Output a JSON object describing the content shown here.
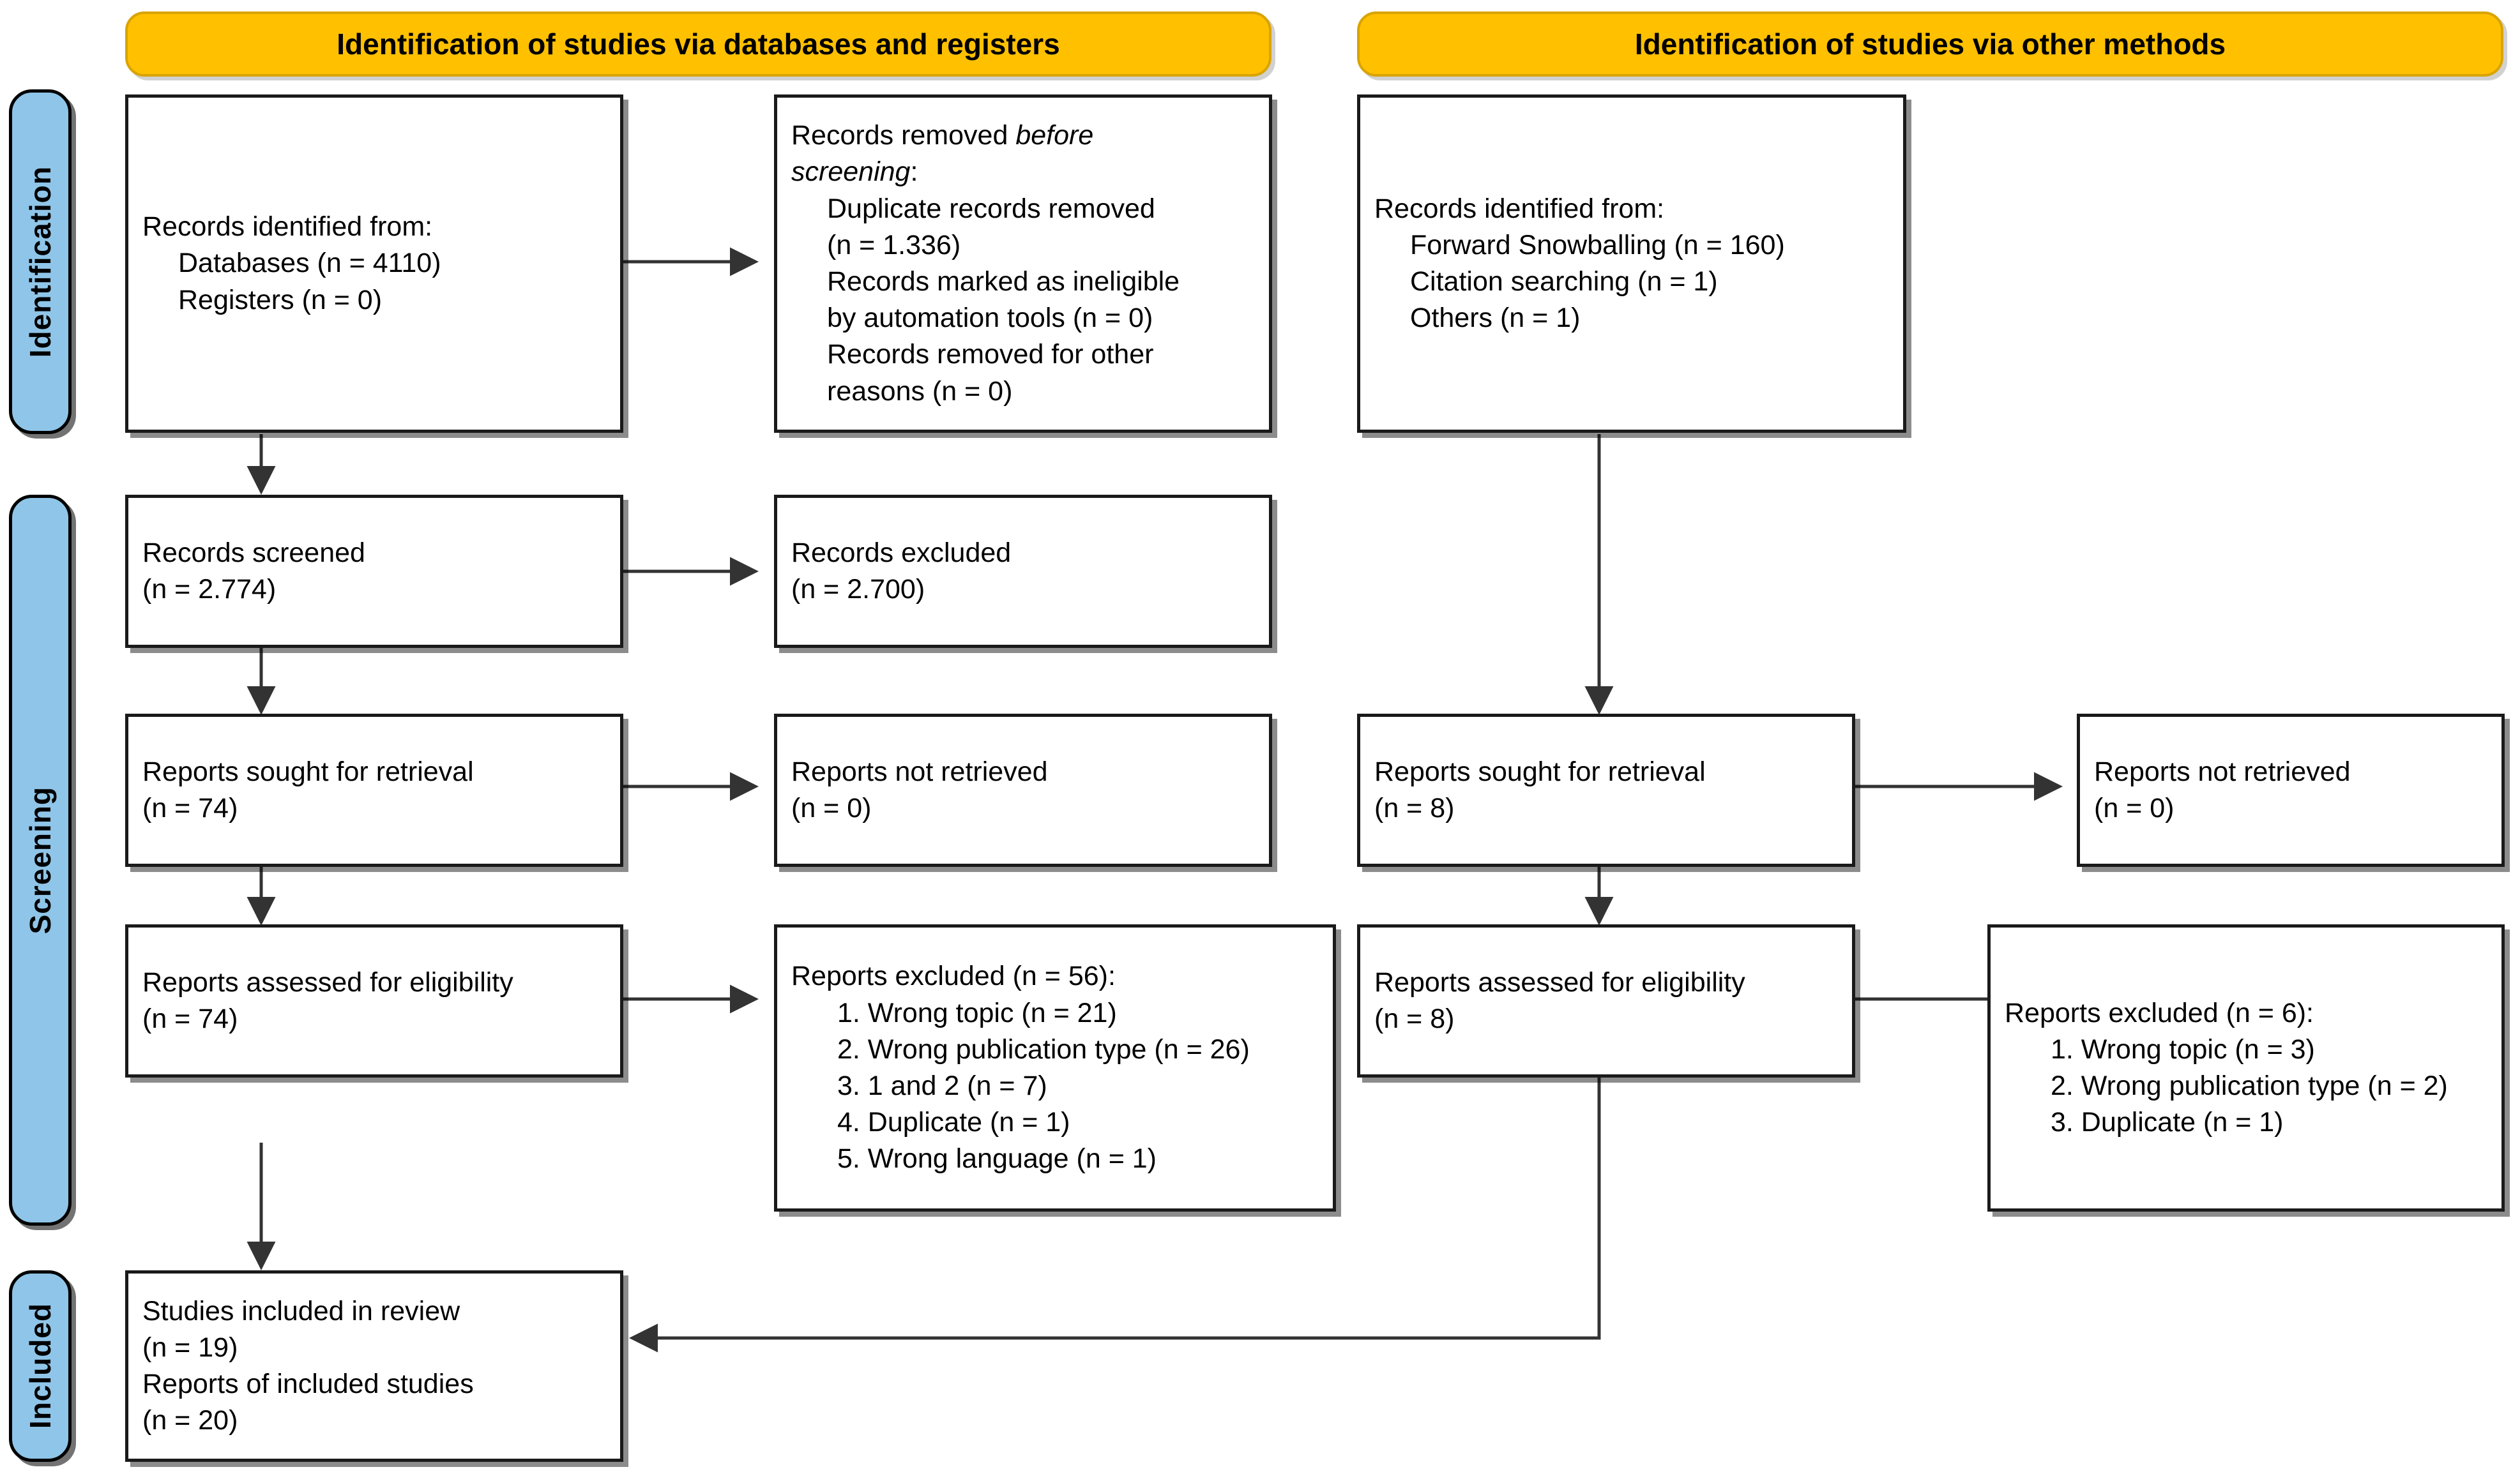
{
  "colors": {
    "banner_fill": "#FFC000",
    "stage_fill": "#8FC5E8",
    "box_border": "#1a1a1a",
    "page_background": "#FFFFFF"
  },
  "stage_labels": [
    {
      "id": "identification",
      "text": "Identification"
    },
    {
      "id": "screening",
      "text": "Screening"
    },
    {
      "id": "included",
      "text": "Included"
    }
  ],
  "banners": [
    {
      "id": "databases-registers",
      "text": "Identification of studies via databases and registers"
    },
    {
      "id": "other-methods",
      "text": "Identification of studies via other methods"
    }
  ],
  "boxes": {
    "records_identified_db": {
      "lines": [
        {
          "text": "Records identified from:",
          "indent": 0
        },
        {
          "text": "Databases (n = 4110)",
          "indent": 1
        },
        {
          "text": "Registers (n = 0)",
          "indent": 1
        }
      ]
    },
    "records_removed": {
      "lines": [
        {
          "text": "Records removed before",
          "indent": 0,
          "italic_tail": "before"
        },
        {
          "text": "screening:",
          "indent": 0,
          "italic": true
        },
        {
          "text": "Duplicate records removed",
          "indent": 1
        },
        {
          "text": "(n = 1.336)",
          "indent": 1
        },
        {
          "text": "Records marked as ineligible",
          "indent": 1
        },
        {
          "text": "by automation tools (n = 0)",
          "indent": 1
        },
        {
          "text": "Records removed for other",
          "indent": 1
        },
        {
          "text": "reasons (n = 0)",
          "indent": 1
        }
      ]
    },
    "records_screened": {
      "lines": [
        {
          "text": "Records screened",
          "indent": 0
        },
        {
          "text": "(n = 2.774)",
          "indent": 0
        }
      ]
    },
    "records_excluded": {
      "lines": [
        {
          "text": "Records excluded",
          "indent": 0
        },
        {
          "text": "(n = 2.700)",
          "indent": 0
        }
      ]
    },
    "reports_sought_db": {
      "lines": [
        {
          "text": "Reports sought for retrieval",
          "indent": 0
        },
        {
          "text": "(n = 74)",
          "indent": 0
        }
      ]
    },
    "reports_not_retrieved_db": {
      "lines": [
        {
          "text": "Reports not retrieved",
          "indent": 0
        },
        {
          "text": "(n = 0)",
          "indent": 0
        }
      ]
    },
    "reports_assessed_db": {
      "lines": [
        {
          "text": "Reports assessed for eligibility",
          "indent": 0
        },
        {
          "text": "(n = 74)",
          "indent": 0
        }
      ]
    },
    "reports_excluded_db": {
      "lines": [
        {
          "text": "Reports excluded (n = 56):",
          "indent": 0
        },
        {
          "text": "1. Wrong topic (n = 21)",
          "indent": 2
        },
        {
          "text": "2. Wrong publication type (n = 26)",
          "indent": 2
        },
        {
          "text": "3. 1 and 2 (n = 7)",
          "indent": 2
        },
        {
          "text": "4. Duplicate (n = 1)",
          "indent": 2
        },
        {
          "text": "5. Wrong language (n = 1)",
          "indent": 2
        }
      ]
    },
    "records_identified_other": {
      "lines": [
        {
          "text": "Records identified from:",
          "indent": 0
        },
        {
          "text": "Forward Snowballing (n = 160)",
          "indent": 1
        },
        {
          "text": "Citation searching (n = 1)",
          "indent": 1
        },
        {
          "text": "Others (n = 1)",
          "indent": 1
        }
      ]
    },
    "reports_sought_other": {
      "lines": [
        {
          "text": "Reports sought for retrieval",
          "indent": 0
        },
        {
          "text": "(n = 8)",
          "indent": 0
        }
      ]
    },
    "reports_not_retrieved_other": {
      "lines": [
        {
          "text": "Reports not retrieved",
          "indent": 0
        },
        {
          "text": "(n = 0)",
          "indent": 0
        }
      ]
    },
    "reports_assessed_other": {
      "lines": [
        {
          "text": "Reports assessed for eligibility",
          "indent": 0
        },
        {
          "text": "(n = 8)",
          "indent": 0
        }
      ]
    },
    "reports_excluded_other": {
      "lines": [
        {
          "text": "Reports excluded (n = 6):",
          "indent": 0
        },
        {
          "text": "1. Wrong topic (n = 3)",
          "indent": 2
        },
        {
          "text": "2. Wrong publication type (n = 2)",
          "indent": 2
        },
        {
          "text": "3. Duplicate (n = 1)",
          "indent": 2
        }
      ]
    },
    "studies_included": {
      "lines": [
        {
          "text": "Studies included in review",
          "indent": 0
        },
        {
          "text": "(n = 19)",
          "indent": 0
        },
        {
          "text": "Reports of included studies",
          "indent": 0
        },
        {
          "text": "(n = 20)",
          "indent": 0
        }
      ]
    }
  },
  "flow": {
    "type": "prisma-2020-flow-diagram",
    "identification_databases": 4110,
    "identification_registers": 0,
    "duplicates_removed": 1336,
    "ineligible_by_automation": 0,
    "removed_other_reasons": 0,
    "records_screened": 2774,
    "records_excluded": 2700,
    "reports_sought_db": 74,
    "reports_not_retrieved_db": 0,
    "reports_assessed_db": 74,
    "reports_excluded_db": 56,
    "reports_excluded_db_reasons": [
      {
        "rank": 1,
        "reason": "Wrong topic",
        "n": 21
      },
      {
        "rank": 2,
        "reason": "Wrong publication type",
        "n": 26
      },
      {
        "rank": 3,
        "reason": "1 and 2",
        "n": 7
      },
      {
        "rank": 4,
        "reason": "Duplicate",
        "n": 1
      },
      {
        "rank": 5,
        "reason": "Wrong language",
        "n": 1
      }
    ],
    "other_forward_snowballing": 160,
    "other_citation_searching": 1,
    "other_others": 1,
    "reports_sought_other": 8,
    "reports_not_retrieved_other": 0,
    "reports_assessed_other": 8,
    "reports_excluded_other": 6,
    "reports_excluded_other_reasons": [
      {
        "rank": 1,
        "reason": "Wrong topic",
        "n": 3
      },
      {
        "rank": 2,
        "reason": "Wrong publication type",
        "n": 2
      },
      {
        "rank": 3,
        "reason": "Duplicate",
        "n": 1
      }
    ],
    "studies_included_in_review": 19,
    "reports_of_included_studies": 20
  }
}
